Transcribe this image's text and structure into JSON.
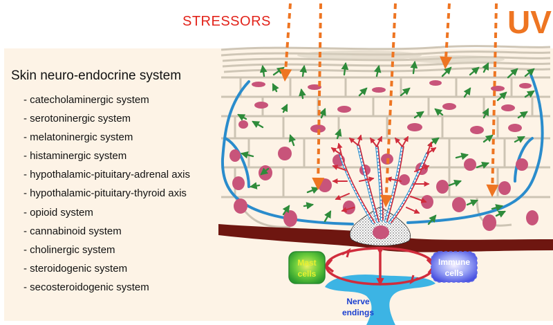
{
  "stressors_label": "STRESSORS",
  "uv_label": "UV",
  "title": "Skin neuro-endocrine system",
  "systems": [
    "- catecholaminergic system",
    "- serotoninergic system",
    "- melatoninergic system",
    "- histaminergic system",
    "- hypothalamic-pituitary-adrenal axis",
    "- hypothalamic-pituitary-thyroid axis",
    "- opioid system",
    "- cannabinoid system",
    "- cholinergic system",
    "- steroidogenic system",
    "- secosteroidogenic system"
  ],
  "mast_cells": {
    "line1": "Mast",
    "line2": "cells"
  },
  "immune_cells": {
    "line1": "Immune",
    "line2": "cells"
  },
  "nerve_endings": {
    "line1": "Nerve",
    "line2": "endings"
  },
  "colors": {
    "panel": "#fdf3e6",
    "stressor_arrow": "#ee7522",
    "signal_arrow": "#2e8b3a",
    "nucleus": "#c8547a",
    "basement_membrane": "#6e1610",
    "blue_line": "#2a8ccc",
    "neural_circuit": "#d02c3c",
    "nerve": "#3cb4e4",
    "mast_cells": "#3aba3a",
    "immune_cells": "#5a66e8"
  }
}
